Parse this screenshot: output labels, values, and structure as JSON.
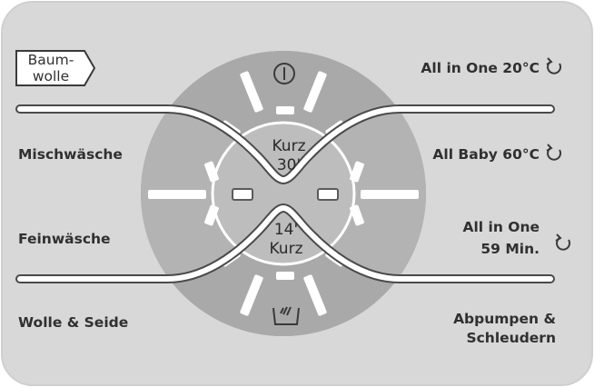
{
  "colors": {
    "panel_bg": "#d8d8d8",
    "dial_dark": "#9b9b9b",
    "dial_mid": "#bcbcbc",
    "dial_light": "#d0d0d0",
    "ring": "#ffffff",
    "text": "#303030"
  },
  "programs": {
    "baumwolle_line1": "Baum-",
    "baumwolle_line2": "wolle",
    "mischwaesche": "Mischwäsche",
    "feinwaesche": "Feinwäsche",
    "wolle_seide": "Wolle & Seide",
    "all_in_one_20": "All in One 20°C",
    "all_baby_60": "All Baby 60°C",
    "all_in_one_59_line1": "All in One",
    "all_in_one_59_line2": "59 Min.",
    "abpumpen_line1": "Abpumpen &",
    "abpumpen_line2": "Schleudern"
  },
  "center": {
    "kurz30_line1": "Kurz",
    "kurz30_line2": "30'",
    "kurz14_line1": "14'",
    "kurz14_line2": "Kurz"
  },
  "icons": {
    "power": "power-icon",
    "cycle": "cycle-arrow-icon",
    "rinse": "rinse-tub-icon",
    "baumwolle_tag": "tag-label-icon"
  }
}
